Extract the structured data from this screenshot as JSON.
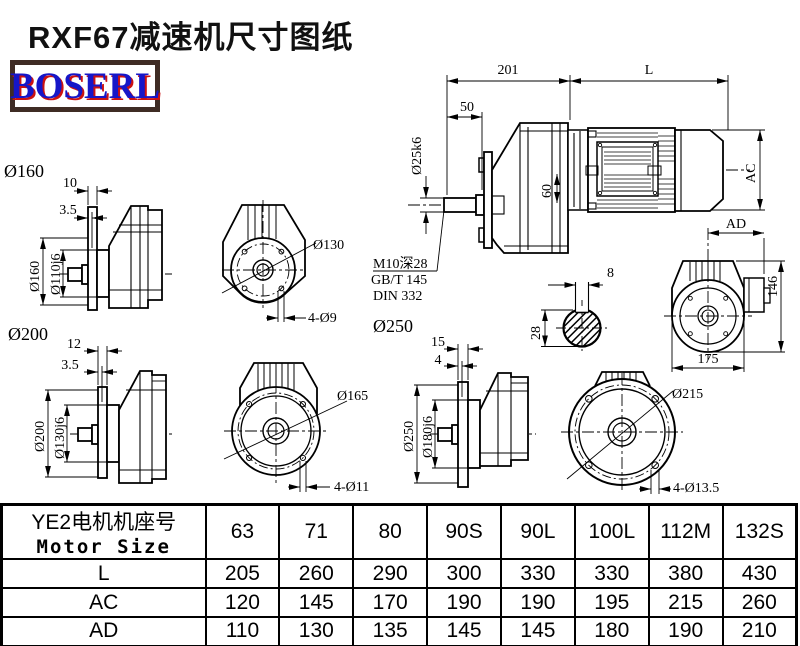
{
  "header": {
    "title": "RXF67减速机尺寸图纸",
    "logo": "BOSERL"
  },
  "views": {
    "main_side": {
      "dim_201": "201",
      "dim_L": "L",
      "dim_50": "50",
      "dim_shaft": "Ø25k6",
      "dim_60": "60",
      "dim_AC": "AC",
      "note_tap": "M10深28",
      "note_gb": "GB/T 145",
      "note_din": "DIN 332"
    },
    "flange160_side": {
      "caption": "Ø160",
      "dim_10": "10",
      "dim_35": "3.5",
      "dim_od": "Ø160",
      "dim_pilot": "Ø110j6"
    },
    "flange160_front": {
      "dim_bolt_circle": "Ø130",
      "dim_holes": "4-Ø9"
    },
    "key_section": {
      "dim_width": "8",
      "dim_height": "28"
    },
    "motor_front": {
      "dim_AD": "AD",
      "dim_146": "146",
      "dim_175": "175"
    },
    "flange200_side": {
      "caption": "Ø200",
      "dim_12": "12",
      "dim_35": "3.5",
      "dim_od": "Ø200",
      "dim_pilot": "Ø130j6"
    },
    "flange200_front": {
      "dim_bolt_circle": "Ø165",
      "dim_holes": "4-Ø11"
    },
    "flange250_side": {
      "caption": "Ø250",
      "dim_15": "15",
      "dim_4": "4",
      "dim_od": "Ø250",
      "dim_pilot": "Ø180j6"
    },
    "flange250_front": {
      "dim_bolt_circle": "Ø215",
      "dim_holes": "4-Ø13.5"
    }
  },
  "table": {
    "header_cn": "YE2电机机座号",
    "header_en": "Motor Size",
    "sizes": [
      "63",
      "71",
      "80",
      "90S",
      "90L",
      "100L",
      "112M",
      "132S"
    ],
    "rows": [
      {
        "label": "L",
        "values": [
          "205",
          "260",
          "290",
          "300",
          "330",
          "330",
          "380",
          "430"
        ]
      },
      {
        "label": "AC",
        "values": [
          "120",
          "145",
          "170",
          "190",
          "190",
          "195",
          "215",
          "260"
        ]
      },
      {
        "label": "AD",
        "values": [
          "110",
          "130",
          "135",
          "145",
          "145",
          "180",
          "190",
          "210"
        ]
      }
    ]
  }
}
